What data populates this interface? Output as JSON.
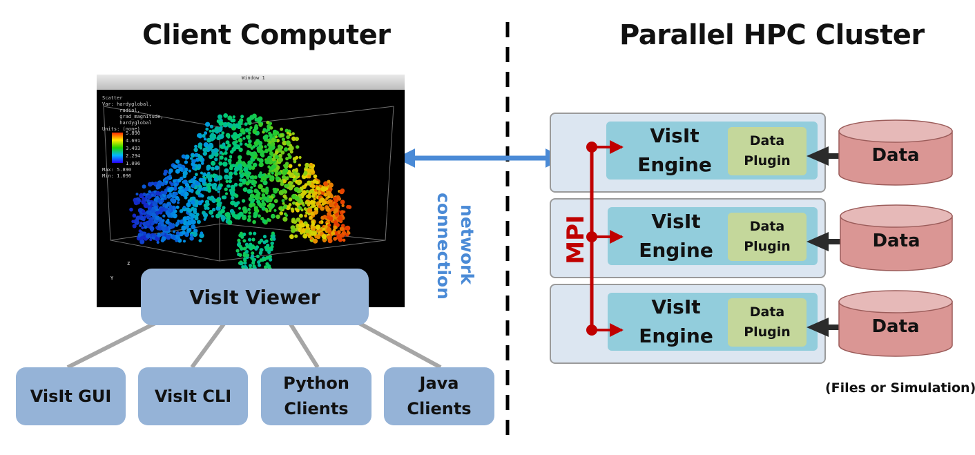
{
  "headings": {
    "left": "Client Computer",
    "right": "Parallel HPC Cluster"
  },
  "viewer": {
    "label": "VisIt Viewer"
  },
  "clients": [
    {
      "label": "VisIt GUI"
    },
    {
      "label": "VisIt CLI"
    },
    {
      "label": "Python Clients"
    },
    {
      "label": "Java Clients"
    }
  ],
  "network": {
    "label": "network connection"
  },
  "mpi": {
    "label": "MPI"
  },
  "engines": [
    {
      "label": "VisIt Engine",
      "plugin": "Data Plugin",
      "data": "Data"
    },
    {
      "label": "VisIt Engine",
      "plugin": "Data Plugin",
      "data": "Data"
    },
    {
      "label": "VisIt Engine",
      "plugin": "Data Plugin",
      "data": "Data"
    }
  ],
  "footnote": "(Files or Simulation)",
  "screenshot": {
    "window_title": "Window 1",
    "plot_info": "Scatter\nVar: hardyglobal,\n      radial,\n      grad_magnitude,\n      hardyglobal\nUnits: (none)",
    "legend_values": [
      "5.890",
      "4.691",
      "3.493",
      "2.294",
      "1.096"
    ],
    "legend_max": "Max: 5.890",
    "legend_min": "Min: 1.096",
    "axis_labels": [
      "Z",
      "Y"
    ]
  },
  "colors": {
    "client_box": "#95b3d7",
    "node_bg": "#dce6f1",
    "engine_bg": "#92cddc",
    "plugin_bg": "#c4d79b",
    "data_cylinder": "#da9694",
    "network_arrow": "#4a8ad6",
    "mpi_line": "#c00000",
    "connector": "#a6a6a6",
    "divider": "#000000"
  }
}
